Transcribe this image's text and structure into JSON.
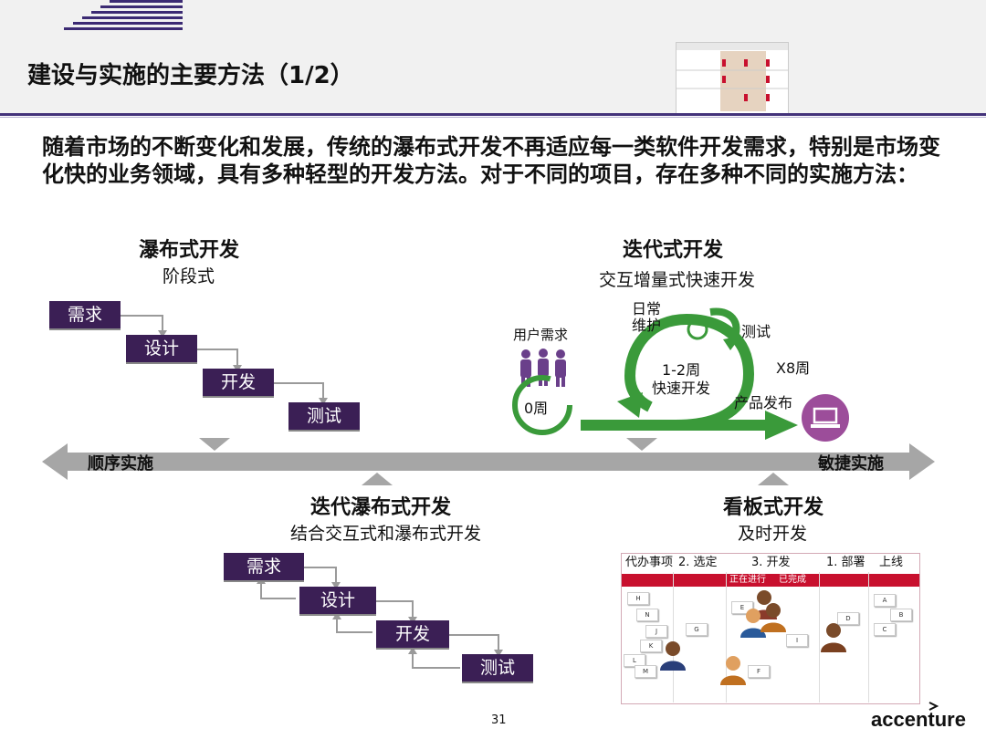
{
  "header": {
    "title": "建设与实施的主要方法（1/2）"
  },
  "intro": "随着市场的不断变化和发展，传统的瀑布式开发不再适应每一类软件开发需求，特别是市场变化快的业务领域，具有多种轻型的开发方法。对于不同的项目，存在多种不同的实施方法：",
  "waterfall": {
    "title": "瀑布式开发",
    "subtitle": "阶段式",
    "steps": [
      "需求",
      "设计",
      "开发",
      "测试"
    ]
  },
  "iterative": {
    "title": "迭代式开发",
    "subtitle": "交互增量式快速开发",
    "user_need": "用户需求",
    "week0": "0周",
    "maintenance": "日常\n维护",
    "test": "测试",
    "cycle": "1-2周\n快速开发",
    "x8": "X8周",
    "release": "产品发布"
  },
  "axis": {
    "left": "顺序实施",
    "right": "敏捷实施"
  },
  "iter_waterfall": {
    "title": "迭代瀑布式开发",
    "subtitle": "结合交互式和瀑布式开发",
    "steps": [
      "需求",
      "设计",
      "开发",
      "测试"
    ]
  },
  "kanban": {
    "title": "看板式开发",
    "subtitle": "及时开发",
    "columns": [
      "代办事项",
      "2. 选定",
      "3. 开发",
      "1. 部署",
      "上线"
    ],
    "in_progress": "正在进行",
    "done": "已完成",
    "cards_col1": [
      "H",
      "N",
      "J",
      "K",
      "L",
      "M"
    ],
    "cards_col2": [
      "G"
    ],
    "cards_col3": [
      "E",
      "I",
      "F"
    ],
    "cards_col5": [
      "A",
      "B",
      "C"
    ],
    "cards_col4": [
      "D"
    ]
  },
  "footer": {
    "page": "31",
    "logo": "accenture"
  },
  "colors": {
    "step_purple": "#3b1f55",
    "accent_purple": "#43327a",
    "green": "#3a9a3a",
    "kanban_red": "#c8102e",
    "axis_gray": "#a6a6a6"
  }
}
